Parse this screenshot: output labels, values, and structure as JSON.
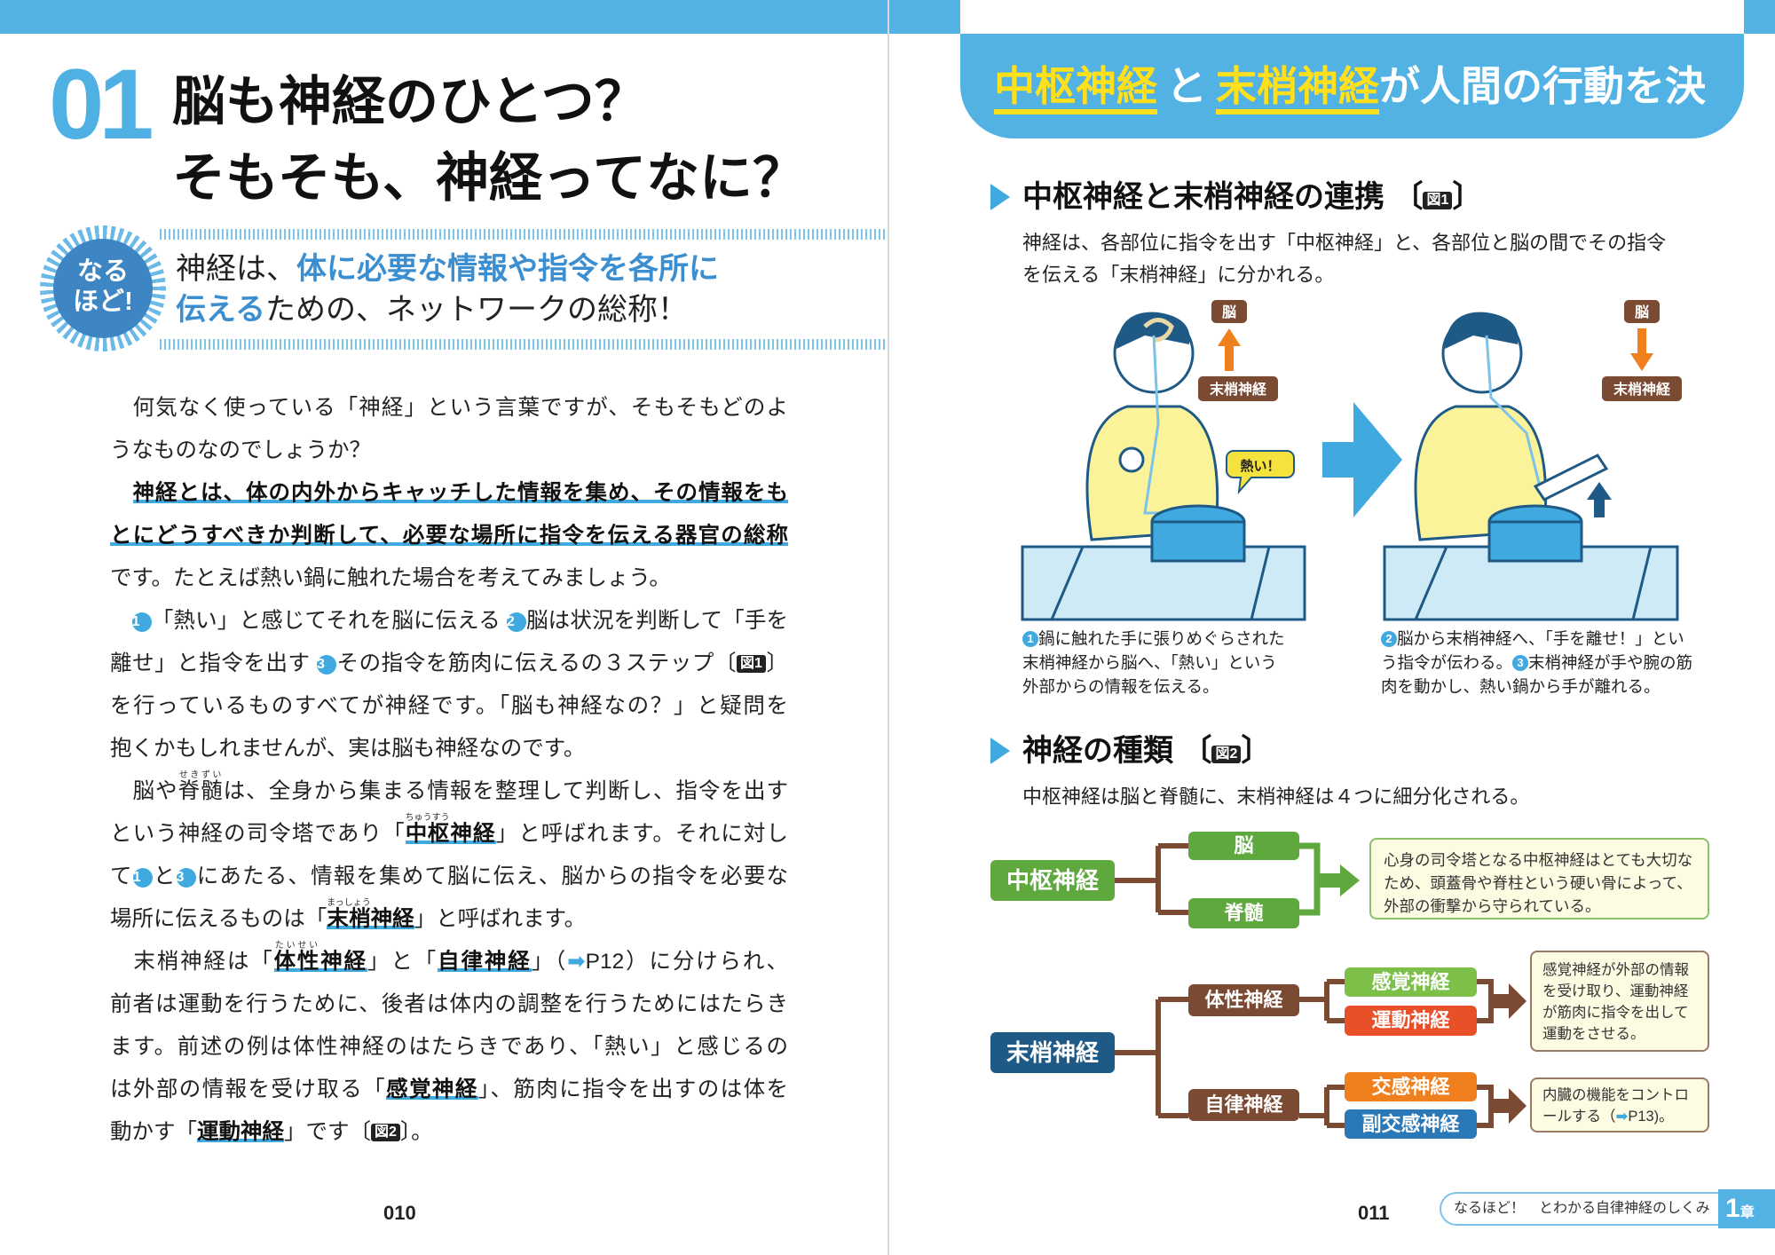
{
  "left_page": {
    "number_label": "01",
    "title_lines": [
      "脳も神経のひとつ？",
      "そもそも、神経ってなに？"
    ],
    "naruhodo": {
      "badge_lines": [
        "なる",
        "ほど!"
      ],
      "line1_plain": "神経は、",
      "line1_highlight": "体に必要な情報や指令を各所に",
      "line2_highlight": "伝える",
      "line2_plain": "ための、ネットワークの総称！"
    },
    "body_lines": [
      [
        {
          "t": "　何気なく使っている「神経」という言葉ですが、そもそもどのよ"
        }
      ],
      [
        {
          "t": "うなものなのでしょうか？"
        }
      ],
      [
        {
          "t": "　"
        },
        {
          "b": "神経とは、体の内外からキャッチした情報を集め、その情報をも"
        }
      ],
      [
        {
          "b": "とにどうすべきか判断して、必要な場所に指令を伝える器官の総称"
        }
      ],
      [
        {
          "t": "です。たとえば熱い鍋に触れた場合を考えてみましょう。"
        }
      ],
      [
        {
          "t": "　"
        },
        {
          "n": "1"
        },
        {
          "t": "「熱い」と感じてそれを脳に伝える "
        },
        {
          "n": "2"
        },
        {
          "t": "脳は状況を判断して「手を"
        }
      ],
      [
        {
          "t": "離せ」と指令を出す "
        },
        {
          "n": "3"
        },
        {
          "t": "その指令を筋肉に伝えるの３ステップ〔"
        },
        {
          "f": "図1"
        },
        {
          "t": "〕"
        }
      ],
      [
        {
          "t": "を行っているものすべてが神経です。「脳も神経なの？」と疑問を"
        }
      ],
      [
        {
          "t": "抱くかもしれませんが、実は脳も神経なのです。"
        }
      ],
      [
        {
          "t": "　脳や"
        },
        {
          "r": "脊髄",
          "rt": "せきずい"
        },
        {
          "t": "は、全身から集まる情報を整理して判断し、指令を出す"
        }
      ],
      [
        {
          "t": "という神経の司令塔であり「"
        },
        {
          "b": "中枢神経",
          "rt": "ちゅうすう"
        },
        {
          "t": "」と呼ばれます。それに対し"
        }
      ],
      [
        {
          "t": "て"
        },
        {
          "n": "1"
        },
        {
          "t": "と"
        },
        {
          "n": "3"
        },
        {
          "t": "にあたる、情報を集めて脳に伝え、脳からの指令を必要な"
        }
      ],
      [
        {
          "t": "場所に伝えるものは「"
        },
        {
          "b": "末梢神経",
          "rt": "まっしょう"
        },
        {
          "t": "」と呼ばれます。"
        }
      ],
      [
        {
          "t": "　末梢神経は「"
        },
        {
          "b": "体性神経",
          "rt": "たいせい"
        },
        {
          "t": "」と「"
        },
        {
          "b": "自律神経"
        },
        {
          "t": "」（"
        },
        {
          "a": "➡"
        },
        {
          "t": "P12）に分けられ、"
        }
      ],
      [
        {
          "t": "前者は運動を行うために、後者は体内の調整を行うためにはたらき"
        }
      ],
      [
        {
          "t": "ます。前述の例は体性神経のはたらきであり、「熱い」と感じるの"
        }
      ],
      [
        {
          "t": "は外部の情報を受け取る「"
        },
        {
          "b": "感覚神経"
        },
        {
          "t": "」、筋肉に指令を出すのは体を"
        }
      ],
      [
        {
          "t": "動かす「"
        },
        {
          "b": "運動神経"
        },
        {
          "t": "」です〔"
        },
        {
          "f": "図2"
        },
        {
          "t": "〕。"
        }
      ]
    ],
    "page_number": "010"
  },
  "right_page": {
    "header": {
      "hl1": "中枢神経",
      "mid": "と",
      "hl2": "末梢神経",
      "rest": "が人間の行動を決定"
    },
    "section1": {
      "heading": "中枢神経と末梢神経の連携",
      "fig": "図1",
      "desc_lines": [
        "神経は、各部位に指令を出す「中枢神経」と、各部位と脳の間でその指令",
        "を伝える「末梢神経」に分かれる。"
      ],
      "illustration": {
        "brain_label": "脳",
        "nerve_label": "末梢神経",
        "speech": "熱い！"
      },
      "captions": [
        {
          "num": "1",
          "lines": [
            "鍋に触れた手に張りめぐらされた",
            "末梢神経から脳へ、「熱い」という",
            "外部からの情報を伝える。"
          ]
        },
        {
          "num": "2",
          "lines": [
            "脳から末梢神経へ、「手を離せ！」とい",
            "う指令が伝わる。",
            "末梢神経が手や腕の筋",
            "肉を動かし、熱い鍋から手が離れる。"
          ],
          "num2": "3"
        }
      ]
    },
    "section2": {
      "heading": "神経の種類",
      "fig": "図2",
      "desc": "中枢神経は脳と脊髄に、末梢神経は４つに細分化される。",
      "diagram": {
        "cns": "中枢神経",
        "brain": "脳",
        "spinal": "脊髄",
        "cns_note": [
          "心身の司令塔となる中枢神経はとても大切な",
          "ため、頭蓋骨や脊柱という硬い骨によって、",
          "外部の衝撃から守られている。"
        ],
        "pns": "末梢神経",
        "somatic": "体性神経",
        "autonomic": "自律神経",
        "sensory": "感覚神経",
        "motor": "運動神経",
        "sympathetic": "交感神経",
        "parasympathetic": "副交感神経",
        "somatic_note": [
          "感覚神経が外部の情報",
          "を受け取り、運動神経",
          "が筋肉に指令を出して",
          "運動をさせる。"
        ],
        "autonomic_note": [
          "内臓の機能をコントロ",
          "ールする（",
          "P13)。"
        ],
        "arrow": "➡"
      }
    },
    "page_number": "011",
    "footer_tag": "なるほど！　とわかる自律神経のしくみ",
    "chapter": {
      "num": "1",
      "suffix": "章"
    }
  },
  "colors": {
    "accent_blue": "#52b2e4",
    "yellow": "#ffe01a",
    "green": "#5ea83e",
    "navy": "#1f5a87",
    "brown": "#7b4a33"
  }
}
